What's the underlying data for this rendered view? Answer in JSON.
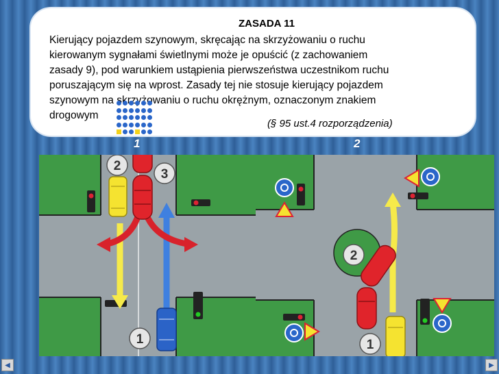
{
  "rule": {
    "title": "ZASADA 11",
    "lines": [
      "Kierujący pojazdem szynowym, skręcając na skrzyżowaniu o ruchu",
      "kierowanym sygnałami świetlnymi może je opuścić (z zachowaniem",
      "zasady 9), pod warunkiem ustąpienia pierwszeństwa uczestnikom ruchu",
      "poruszającym się na wprost. Zasady tej nie stosuje kierujący pojazdem",
      "szynowym na skrzyżowaniu o ruchu okrężnym, oznaczonym znakiem",
      "drogowym"
    ],
    "citation": "(§ 95 ust.4 rozporządzenia)"
  },
  "panels": [
    {
      "label": "1",
      "markers": [
        "2",
        "3",
        "1"
      ]
    },
    {
      "label": "2",
      "markers": [
        "2",
        "1"
      ]
    }
  ],
  "colors": {
    "grass": "#3f9a46",
    "road": "#9aa3a8",
    "tram": "#e0242b",
    "car_yellow": "#f5e330",
    "car_blue": "#2b63c7",
    "arrow_yellow": "#f6ea4a",
    "arrow_blue": "#3f80e0"
  },
  "nav": {
    "prev_icon": "prev-slide-icon",
    "next_icon": "next-slide-icon"
  }
}
